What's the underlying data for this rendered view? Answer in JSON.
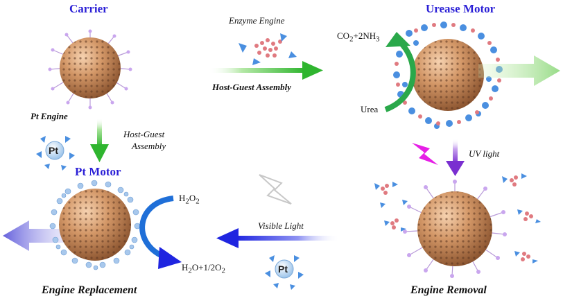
{
  "labels": {
    "carrier": "Carrier",
    "urease_motor": "Urease Motor",
    "pt_motor": "Pt Motor",
    "enzyme_engine": "Enzyme Engine",
    "host_guest_assembly_top": "Host-Guest Assembly",
    "pt_engine": "Pt Engine",
    "host_guest_assembly_left_line1": "Host-Guest",
    "host_guest_assembly_left_line2": "Assembly",
    "uv_light": "UV light",
    "visible_light": "Visible Light",
    "engine_replacement": "Engine Replacement",
    "engine_removal": "Engine Removal",
    "urea": "Urea",
    "pt_symbol": "Pt"
  },
  "chemistry": {
    "co2_nh3": {
      "a": "CO",
      "a_sub": "2",
      "b": "+2NH",
      "b_sub": "3"
    },
    "h2o2": {
      "a": "H",
      "a_sub": "2",
      "b": "O",
      "b_sub": "2"
    },
    "h2o_o2": {
      "a": "H",
      "a_sub": "2",
      "b": "O+1/2O",
      "b_sub": "2"
    }
  },
  "colors": {
    "title_blue": "#2a1fd6",
    "sphere": "#c98a5a",
    "pore": "#5a3520",
    "green_arrow": "#3ec43e",
    "blue_arrow": "#2a2fe0",
    "purple_arrow": "#8a3fd6",
    "uv_bolt": "#e61fe6",
    "urease_blue": "#4a8fe0",
    "urease_pink": "#e07a80",
    "ligand_purple": "#b48ad8"
  }
}
